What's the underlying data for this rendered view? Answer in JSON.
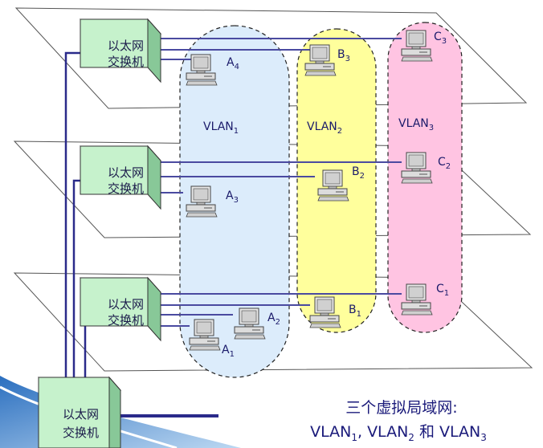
{
  "switch_label": [
    "以太网",
    "交换机"
  ],
  "vlans": [
    {
      "label": "VLAN",
      "sub": "1",
      "color": "#dcecfb"
    },
    {
      "label": "VLAN",
      "sub": "2",
      "color": "#ffff9c"
    },
    {
      "label": "VLAN",
      "sub": "3",
      "color": "#ffc4e2"
    }
  ],
  "hosts": [
    {
      "letter": "A",
      "sub": "4"
    },
    {
      "letter": "B",
      "sub": "3"
    },
    {
      "letter": "C",
      "sub": "3"
    },
    {
      "letter": "A",
      "sub": "3"
    },
    {
      "letter": "B",
      "sub": "2"
    },
    {
      "letter": "C",
      "sub": "2"
    },
    {
      "letter": "A",
      "sub": "2"
    },
    {
      "letter": "A",
      "sub": "1"
    },
    {
      "letter": "B",
      "sub": "1"
    },
    {
      "letter": "C",
      "sub": "1"
    }
  ],
  "caption": {
    "line1": "三个虚拟局域网:",
    "line2_parts": [
      "VLAN",
      "1",
      ", VLAN",
      "2",
      " 和 VLAN",
      "3"
    ]
  },
  "colors": {
    "link": "#2a2a8a",
    "switch_face": "#c6f2cc",
    "switch_side": "#88c898",
    "floor": "#ffffff"
  }
}
